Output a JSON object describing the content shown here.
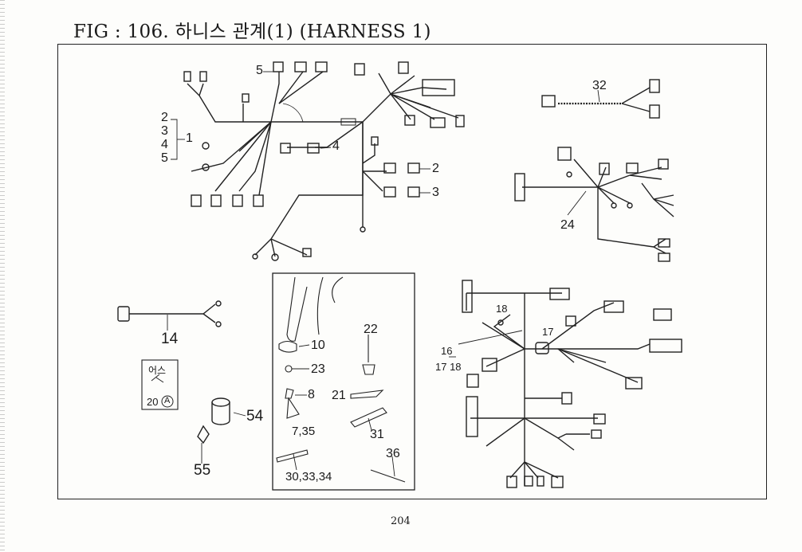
{
  "header": {
    "title": "FIG : 106. 하니스 관계(1) (HARNESS 1)"
  },
  "footer": {
    "page_number": "204"
  },
  "callouts": {
    "c1": "1",
    "c2": "2",
    "c3": "3",
    "c4": "4",
    "c5": "5",
    "c5top": "5",
    "c4mid": "4",
    "c2r": "2",
    "c3r": "3",
    "c32": "32",
    "c24": "24",
    "c14": "14",
    "c16": "16",
    "c17": "17",
    "c18": "18",
    "c1718": "17  18",
    "c17b": "17",
    "c10": "10",
    "c23": "23",
    "c8": "8",
    "c735": "7,35",
    "c22": "22",
    "c21": "21",
    "c31": "31",
    "c303334": "30,33,34",
    "c36": "36",
    "c54": "54",
    "c55": "55",
    "c20": "20"
  },
  "inset_box": {
    "label": "어스",
    "badge": "A"
  }
}
